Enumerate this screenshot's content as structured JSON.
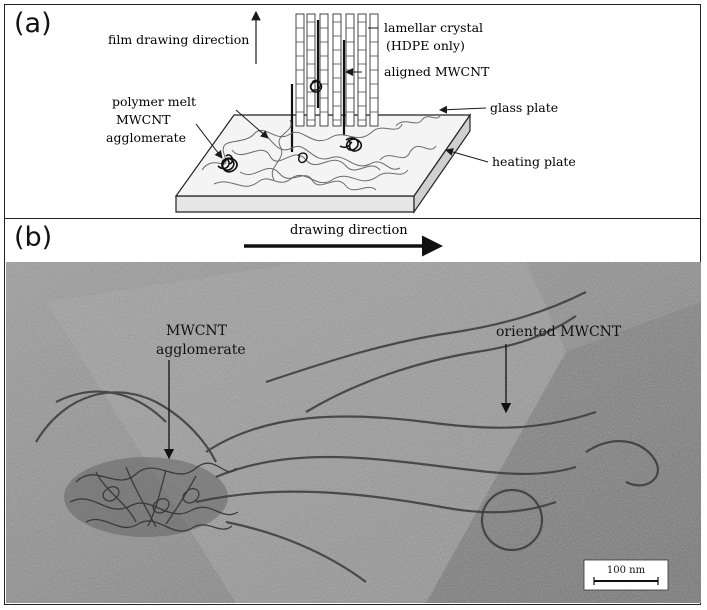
{
  "panel_a": {
    "label": "(a)",
    "annotations": {
      "film_drawing_direction": "film drawing direction",
      "lamellar_crystal": "lamellar crystal",
      "hdpe_only": "(HDPE only)",
      "aligned_mwcnt": "aligned MWCNT",
      "polymer_melt": "polymer melt",
      "mwcnt": "MWCNT",
      "agglomerate": "agglomerate",
      "glass_plate": "glass plate",
      "heating_plate": "heating plate"
    }
  },
  "panel_b": {
    "label": "(b)",
    "drawing_direction": "drawing direction",
    "mwcnt": "MWCNT",
    "agglomerate": "agglomerate",
    "oriented_mwcnt": "oriented MWCNT",
    "scale_bar": "100 nm"
  },
  "colors": {
    "micrograph_bg": "#8a8a8a",
    "line": "#1a1a1a"
  }
}
